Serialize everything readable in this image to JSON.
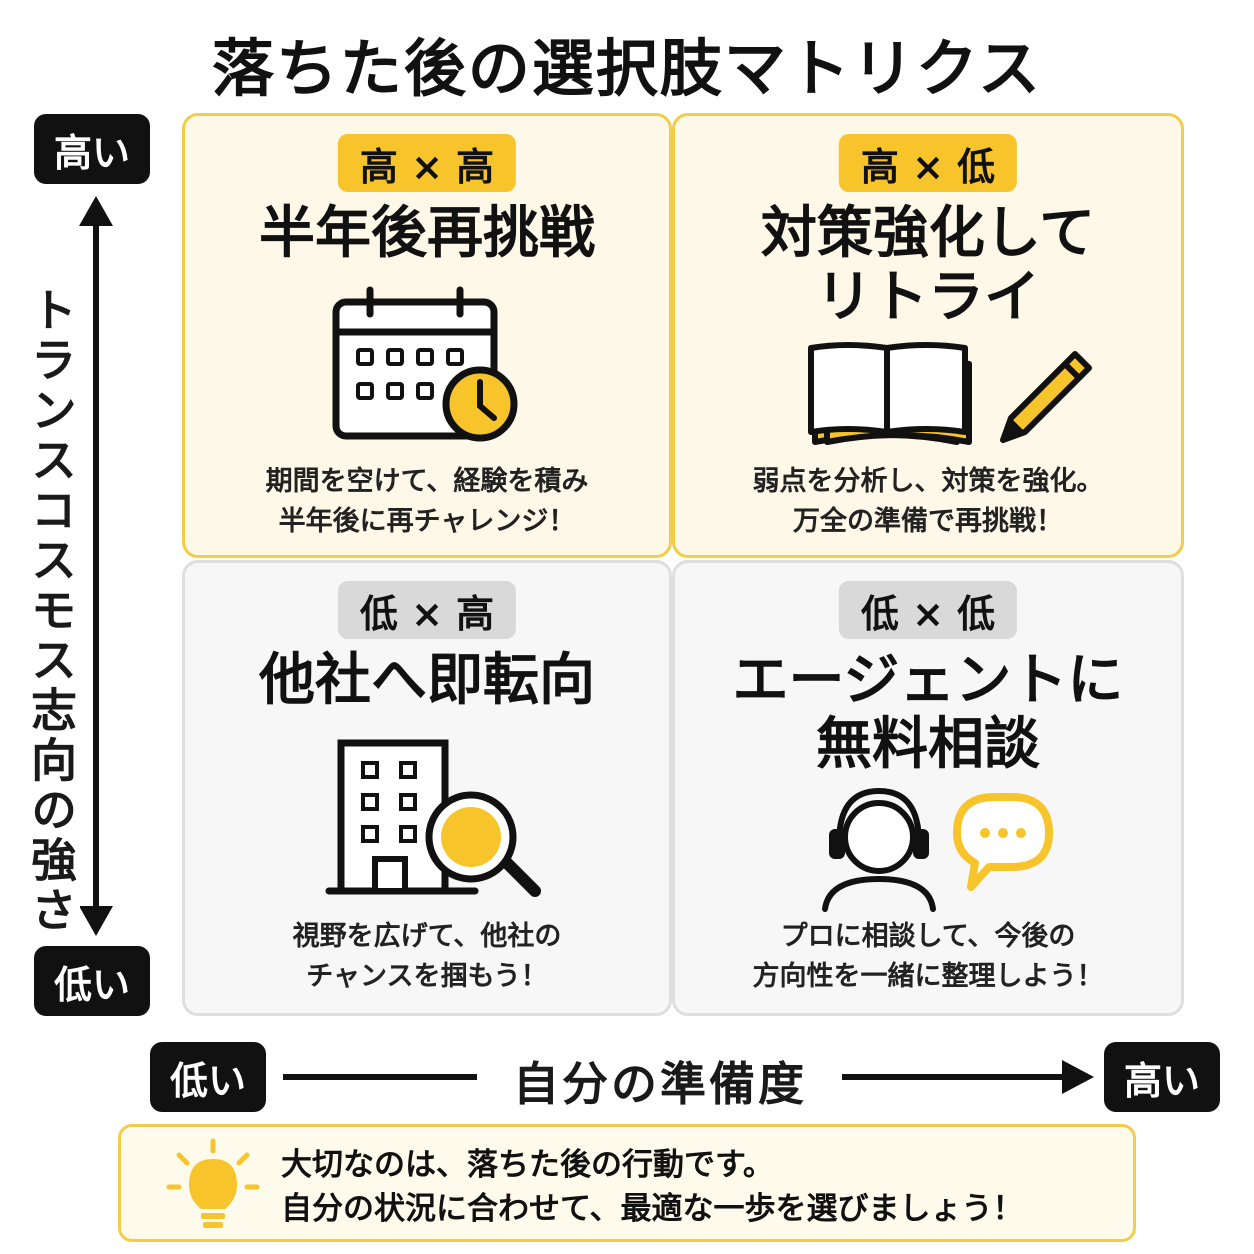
{
  "title": "落ちた後の選択肢マトリクス",
  "y_axis": {
    "label": "トランスコスモス志向の強さ",
    "high": "高い",
    "low": "低い"
  },
  "x_axis": {
    "label": "自分の準備度",
    "low": "低い",
    "high": "高い"
  },
  "quadrants": [
    {
      "tag": "高 × 高",
      "title_lines": [
        "半年後再挑戦"
      ],
      "icon": "calendar-clock-icon",
      "desc_lines": [
        "期間を空けて、経験を積み",
        "半年後に再チャレンジ！"
      ],
      "color": "#f7c52b"
    },
    {
      "tag": "高 × 低",
      "title_lines": [
        "対策強化して",
        "リトライ"
      ],
      "icon": "book-pencil-icon",
      "desc_lines": [
        "弱点を分析し、対策を強化。",
        "万全の準備で再挑戦！"
      ],
      "color": "#f7c52b"
    },
    {
      "tag": "低 × 高",
      "title_lines": [
        "他社へ即転向"
      ],
      "icon": "building-magnifier-icon",
      "desc_lines": [
        "視野を広げて、他社の",
        "チャンスを掴もう！"
      ],
      "color": "#d9d9d9"
    },
    {
      "tag": "低 × 低",
      "title_lines": [
        "エージェントに",
        "無料相談"
      ],
      "icon": "headset-chat-icon",
      "desc_lines": [
        "プロに相談して、今後の",
        "方向性を一緒に整理しよう！"
      ],
      "color": "#d9d9d9"
    }
  ],
  "footer": {
    "icon": "lightbulb-icon",
    "lines": [
      "大切なのは、落ちた後の行動です。",
      "自分の状況に合わせて、最適な一歩を選びましょう！"
    ]
  }
}
